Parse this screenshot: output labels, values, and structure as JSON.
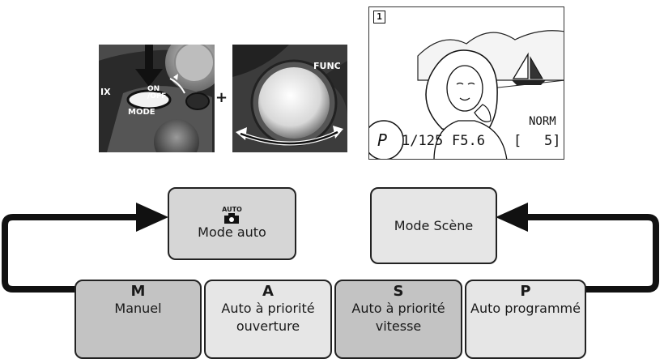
{
  "camera_panel_1": {
    "label_on_off": "ON\n/OFF",
    "label_mode": "MODE",
    "label_partial": "IX"
  },
  "plus_sign": "+",
  "camera_panel_2": {
    "label_func": "FUNC"
  },
  "lcd": {
    "frame_indicator": "1",
    "mode_letter": "P",
    "shutter": "1/125",
    "aperture": "F5.6",
    "quality": "NORM",
    "remaining": "5]",
    "bracket": "["
  },
  "modes": {
    "auto": {
      "icon_text": "AUTO",
      "label": "Mode auto"
    },
    "scene": {
      "label": "Mode Scène"
    },
    "manual": {
      "letter": "M",
      "label": "Manuel"
    },
    "aperture": {
      "letter": "A",
      "label_line1": "Auto à priorité",
      "label_line2": "ouverture"
    },
    "shutter": {
      "letter": "S",
      "label_line1": "Auto à priorité",
      "label_line2": "vitesse"
    },
    "program": {
      "letter": "P",
      "label": "Auto programmé"
    }
  }
}
